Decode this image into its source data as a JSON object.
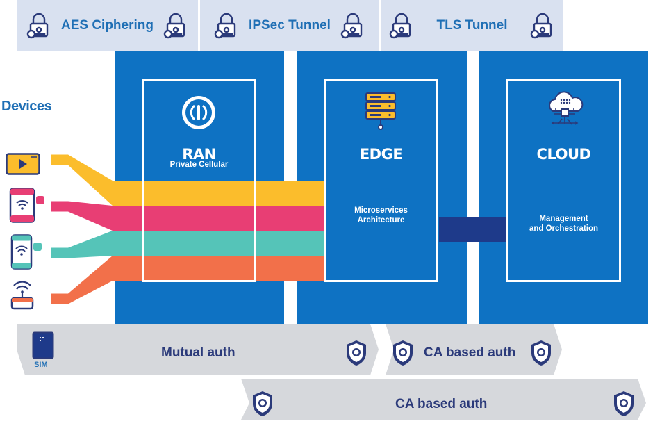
{
  "tunnels": [
    {
      "label": "AES Ciphering",
      "icon": "padlock-icon"
    },
    {
      "label": "IPSec Tunnel",
      "icon": "padlock-icon"
    },
    {
      "label": "TLS Tunnel",
      "icon": "padlock-icon"
    }
  ],
  "devices": {
    "heading": "Devices",
    "items": [
      "video-player-icon",
      "tablet-wifi-icon",
      "phone-wifi-icon",
      "wireless-router-icon"
    ]
  },
  "flows": [
    "#fbbd2c",
    "#e83e74",
    "#55c4b8",
    "#f2704a"
  ],
  "columns": {
    "ran": {
      "title": "RAN",
      "subtitle": "Private Cellular",
      "icon": "ran-signal-icon"
    },
    "edge": {
      "title": "EDGE",
      "subtitle_line1": "Microservices",
      "subtitle_line2": "Architecture",
      "icon": "server-stack-icon"
    },
    "cloud": {
      "title": "CLOUD",
      "subtitle_line1": "Management",
      "subtitle_line2": "and Orchestration",
      "icon": "cloud-network-icon"
    }
  },
  "auth": {
    "mutual": "Mutual auth",
    "sim": "SIM",
    "ca_upper": "CA based auth",
    "ca_lower": "CA based auth",
    "icon": "shield-icon"
  },
  "colors": {
    "column_blue": "#0e72c3",
    "tunnel_bg": "#d9e1f0",
    "auth_bg": "#d6d8dc",
    "link_dark": "#1e3a8a",
    "label_blue": "#1f6fb5",
    "auth_text": "#2b3a7a"
  }
}
